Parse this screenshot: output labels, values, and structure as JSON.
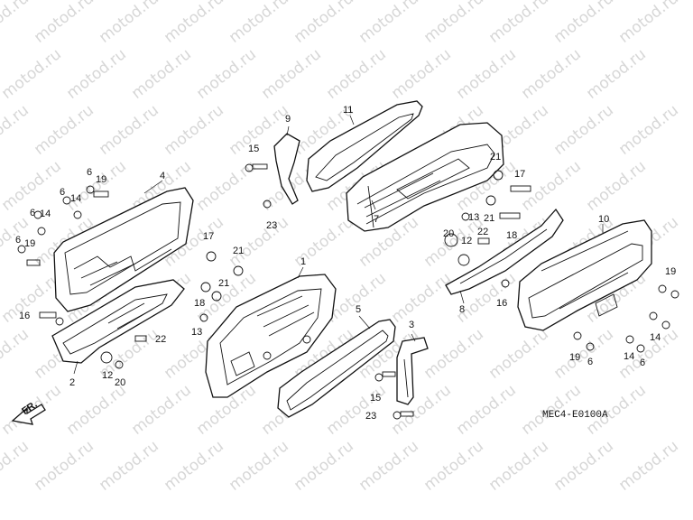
{
  "watermark": "motod.ru",
  "diagram_code": "MEC4-E0100A",
  "direction_label": "FR.",
  "callouts": {
    "c1": "1",
    "c2": "2",
    "c3": "3",
    "c4": "4",
    "c5": "5",
    "c6_a": "6",
    "c6_b": "6",
    "c6_c": "6",
    "c6_d": "6",
    "c6_e": "6",
    "c6_f": "6",
    "c7": "7",
    "c8": "8",
    "c9": "9",
    "c10": "10",
    "c11": "11",
    "c12_a": "12",
    "c12_b": "12",
    "c13_a": "13",
    "c13_b": "13",
    "c14_a": "14",
    "c14_b": "14",
    "c14_c": "14",
    "c14_d": "14",
    "c15_a": "15",
    "c15_b": "15",
    "c16_a": "16",
    "c16_b": "16",
    "c17_a": "17",
    "c17_b": "17",
    "c18_a": "18",
    "c18_b": "18",
    "c19_a": "19",
    "c19_b": "19",
    "c19_c": "19",
    "c19_d": "19",
    "c20_a": "20",
    "c20_b": "20",
    "c21_a": "21",
    "c21_b": "21",
    "c21_c": "21",
    "c21_d": "21",
    "c22_a": "22",
    "c22_b": "22",
    "c23_a": "23",
    "c23_b": "23"
  }
}
